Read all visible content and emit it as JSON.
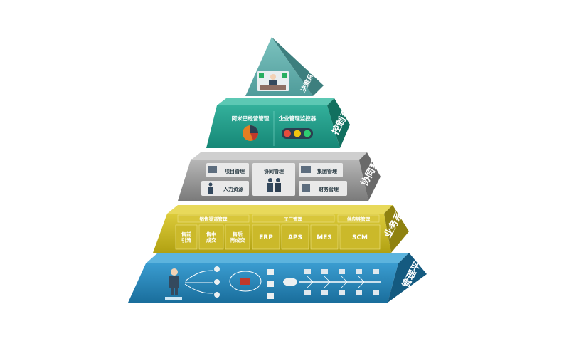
{
  "layers": {
    "top": {
      "side_label": "决策系统"
    },
    "control": {
      "side_label": "控制系统",
      "items": [
        "阿米巴经营管理",
        "企业管理监控器"
      ]
    },
    "collab": {
      "side_label": "协同系统",
      "items": [
        "项目管理",
        "协同管理",
        "集团管理",
        "人力资源",
        "财务管理"
      ]
    },
    "business": {
      "side_label": "业务系统",
      "groups": [
        "销售渠道管理",
        "工厂管理",
        "供应链管理"
      ],
      "cells": [
        "售前\n引流",
        "售中\n成交",
        "售后\n再成交",
        "ERP",
        "APS",
        "MES",
        "SCM"
      ]
    },
    "platform": {
      "side_label": "管理平台"
    }
  },
  "colors": {
    "top": "#5fa9a8",
    "control": "#1f9a8a",
    "collab": "#8e8e8e",
    "business": "#c8b820",
    "platform": "#1f7fb1"
  }
}
